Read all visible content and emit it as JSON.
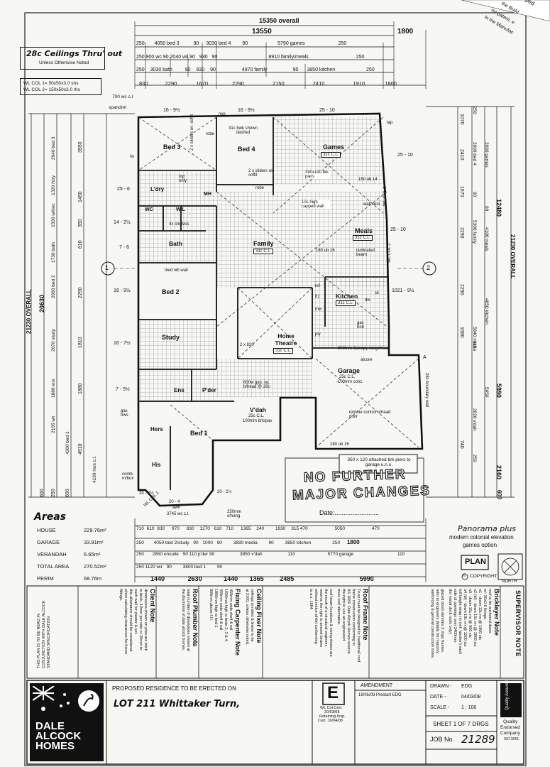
{
  "dimensions": {
    "overall_width": "15350 overall",
    "sub_width": "13550",
    "right_ext": "1800",
    "top_row1": [
      "250",
      "4050 bed 3",
      "90",
      "3030 bed 4",
      "90",
      "5790 games",
      "250"
    ],
    "top_row2": [
      "250",
      "900 wc",
      "90",
      "2040 wil",
      "90",
      "930",
      "90",
      "8910 family/meals",
      "250"
    ],
    "top_row3": [
      "250",
      "3030 bath",
      "90",
      "930",
      "90",
      "4970 family",
      "90",
      "3850 kitchen",
      "250"
    ],
    "top_row4": [
      "830",
      "2290",
      "1670",
      "2290",
      "2150",
      "2410",
      "1910",
      "1800"
    ],
    "bottom_row1": [
      "710",
      "610",
      "830",
      "970",
      "830",
      "1270",
      "610",
      "710",
      "1365",
      "240",
      "1930",
      "315",
      "470",
      "5050",
      "470"
    ],
    "bottom_row2": [
      "250",
      "4050 bed 2/study",
      "90",
      "1000",
      "90",
      "3880 media",
      "90",
      "3850 kitchen",
      "250",
      "1800"
    ],
    "bottom_row3": [
      "250",
      "2850 ensuite",
      "90",
      "110 p'der",
      "90",
      "3850 v'dah",
      "110",
      "5770 garage",
      "110"
    ],
    "bottom_row4": [
      "250",
      "1120 wir",
      "90",
      "3800 bed 1",
      "90"
    ],
    "bottom_row5": [
      "1440",
      "2630",
      "1440",
      "1365",
      "2485",
      "5990"
    ],
    "left_overall": "21230 OVERALL",
    "left_sub": "20630",
    "left_col": [
      "2940 bed 3",
      "1320 l'dry",
      "1500 wil/wc",
      "1730 bath",
      "2960 bed 2",
      "2670 study",
      "1880 ens",
      "2105 wir",
      "4300 bed 1",
      "4190 hws c.l."
    ],
    "left_col2": [
      "3550",
      "1450",
      "350",
      "610",
      "2290",
      "1810",
      "1880",
      "4910"
    ],
    "left_small": [
      "600",
      "250",
      "600"
    ],
    "right_overall": "21230 OVERALL",
    "right_sub": "12480",
    "right_col": [
      "1070",
      "2410",
      "1670",
      "2290",
      "2290",
      "1680",
      "740"
    ],
    "right_col2": [
      "3990 bed 4",
      "3990 games",
      "5300 family",
      "4100 meals",
      "4050 kitchen",
      "5840 media",
      "2020 v'dah",
      "5650"
    ],
    "right_small": [
      "250",
      "90",
      "90",
      "110",
      "250"
    ],
    "right_5990": "5990",
    "right_2160": "2160",
    "right_600": "600"
  },
  "ceilings": {
    "title": "28c Ceilings Thru' out",
    "subtitle": "Unless Otherwise Noted",
    "col1": "WL COL 1=  50x50x3.0 shs",
    "col2": "WL COL 2=  150x50x3.0 rhs",
    "corner": "700 wc c.l.",
    "spandrel": "spandrel"
  },
  "rooms": {
    "bed3": "Bed 3",
    "bed4": "Bed 4",
    "games": "Games",
    "games_cl": "31c C.L.",
    "ldry": "L'dry",
    "wc": "WC",
    "wil": "WIL",
    "bath": "Bath",
    "family": "Family",
    "family_cl": "31c C.L.",
    "meals": "Meals",
    "meals_cl": "31c C.L.",
    "bed2": "Bed 2",
    "kitchen": "Kitchen",
    "kitchen_cl": "31c C.L.",
    "study": "Study",
    "home_theatre": "Home Theatre",
    "home_theatre_cl": "31c C.L.",
    "garage": "Garage",
    "garage_cl": "25c C.L.",
    "garage_conc": "-100mm conc.",
    "ens": "Ens",
    "pder": "P'der",
    "hers": "Hers",
    "his": "His",
    "bed1": "Bed 1",
    "vdah": "V'dah",
    "vdah_cl": "25c C.L.",
    "vdah_conc": "100mm brk/pav"
  },
  "notes_plan": {
    "bwk": "31c bwk shown dashed",
    "sliders1": "2 x sliders w/- soffit",
    "sliders2": "2 x sliders w/- soffit",
    "robe1": "robe",
    "robe2": "robe",
    "top_only": "top only",
    "shelves": "4x shelves",
    "tiled_nib": "tiled nib wall",
    "piers": "390x190 brk piers",
    "capped": "10c high capped wall",
    "wall_vent": "wall vent",
    "laminated": "laminated beam",
    "ub16_1": "150 ub 14",
    "ub16_2": "180 ub 16",
    "ub16_3": "180 ub 16",
    "canopy": "900mm Canopy rangehood",
    "alcore": "alcore",
    "gyp": "600w gyp. sq. b/head @ 28c",
    "remote": "remote control o/head door",
    "boundary": "28c boundary wall",
    "attached": "350 x 120 attached brk piers to garage u.n.o.",
    "comb": "comb. m/box",
    "gas": "gas hws",
    "rwp": "rwp",
    "fw": "fw",
    "tap": "tap",
    "mh": "MH",
    "sk": "sk",
    "dw": "dw",
    "frz": "frz",
    "ref": "ref",
    "mw": "mw",
    "ply": "ply",
    "oven": "gas hob",
    "ohang": "250mm o/hang",
    "awn": "awn",
    "wlcol1": "WL COL 1",
    "wlcol2": "WL COL 2",
    "wlcol2b": "WL COL 2",
    "grid1": "1",
    "grid2": "2",
    "grid_a": "A",
    "angle_25_6": "25 - 6",
    "angle_14_2": "14 - 2½",
    "angle_7_6": "7 - 6",
    "angle_16_9": "16 - 9½",
    "angle_16_7": "16 - 7½",
    "angle_7_5": "7 - 5½",
    "angle_right1": "25 - 10",
    "angle_right2": "25 - 10",
    "angle_right3": "1021 - 9½",
    "angle_top1": "16 - 9½",
    "angle_top2": "16 - 9½",
    "angle_top3": "25 - 10",
    "angle_bot1": "20 - 2½",
    "angle_bot2": "20 - 4",
    "angle_bot3": "20 - 2½",
    "awn_dim": "3745 wc c.l.",
    "two_x_820": "2 x 820"
  },
  "stamp": {
    "line1": "NO FURTHER",
    "line2": "MAJOR CHANGES",
    "date": "Date:........................."
  },
  "areas": {
    "title": "Areas",
    "rows": [
      {
        "label": "HOUSE",
        "value": "229.76m²"
      },
      {
        "label": "GARAGE",
        "value": "33.91m²"
      },
      {
        "label": "VERANDAH",
        "value": "6.65m²"
      },
      {
        "label": "TOTAL AREA",
        "value": "270.52m²"
      },
      {
        "label": "PERIM",
        "value": "68.76m"
      }
    ]
  },
  "title_block_right": {
    "design1": "Panorama plus",
    "design2": "modern colonial elevation",
    "design3": "games option",
    "plan": "PLAN",
    "copyright": "COPYRIGHT",
    "north": "NORTH"
  },
  "notes_rotated": {
    "supervisor_title": "SUPERVISOR NOTE",
    "bricklayer_title": "Bricklayer Note",
    "bricklayer_text": [
      "roof to be anchored down",
      "w/- 30x0.8 fixings.",
      "n1 - down 12c rm @ 1800 cts",
      "n2 (bl) - down 15c rm @ 1800 cts",
      "n3 - down 15c rm @ 900 cts",
      "n4 (bl) - down 18c rm @ 1200 cts",
      "full height strap rm (ref: 'anchor') each",
      "side of openings over 2400mm.",
      "(for metal deck roofs only)"
    ],
    "bricklayer_text2": [
      "glazed doors denotes 3 rings frames.",
      "refer to engineers details for masonry",
      "reinforcing & general construction notes."
    ],
    "roof_frame_title": "Roof Frame Note",
    "roof_frame_text": [
      "Truss must be designed to 'traditional' roof",
      "frame construction conforming to",
      "AS 1684. Dale Alcock Homes reserve",
      "the right to use an engineered",
      "truss roof alternative."
    ],
    "roof_frame_text2": [
      "roof beam locations & sizing shown are",
      "the result of a structural engineer,",
      "reserve the right to amend beams",
      "without notice whilst conforming",
      "to a.s. 1684."
    ],
    "fixing_title": "Fixing Carpenter Note",
    "fixing_text": [
      "450mm wide shelf & rail",
      "1650mm high to beds 2, 3 & 4.",
      "450mm wide shelf & rail",
      "1800mm high to bed 1",
      "900mm above f.f.l."
    ],
    "ceiling_title": "Ceiling Fixer Note",
    "ceiling_text": [
      "ceilings to robes & linens to be",
      "at 2100, unless otherwise noted."
    ],
    "roof_plumber_title": "Roof Plumber Note",
    "roof_plumber_text": [
      "total number of downpipes shown at",
      "the discretion of dale alcock homes."
    ],
    "client_title": "Client Note",
    "client_text": [
      "dimensions shown on plan are brick",
      "to brick. 10mm per side or 20mm to",
      "each wall for plaster & set.",
      "this allowance should be considered",
      "when calculating clearances for future",
      "fittings."
    ],
    "conform": [
      "THIS PLAN IS TO BE READ IN",
      "CONJUNCTION WITH DALE ALCOCK",
      "STANDARD SPECIFICATION"
    ]
  },
  "title_block": {
    "company1": "DALE",
    "company2": "ALCOCK",
    "company3": "HOMES",
    "proposed": "PROPOSED RESIDENCE TO BE ERECTED ON",
    "lot": "LOT 211 Whittaker Turn,",
    "e_letter": "E",
    "wl_cert": "WL Col.Cert.",
    "wl_date": "20/03/08",
    "retaining": "Retaining Insp.",
    "cert": "Cert. 16/04/08",
    "amendment_label": "AMENDMENT",
    "amendment_value": "19/05/08 Prestart  EDG",
    "drawn_label": "DRAWN -",
    "drawn_value": "EDG",
    "date_label": "DATE -",
    "date_value": "04/03/08",
    "scale_label": "SCALE -",
    "scale_value": "1 : 100",
    "sheet": "SHEET 1 OF 7 DRGS",
    "job_label": "JOB No.",
    "job_value": "21289",
    "quality1": "Quality",
    "quality2": "Endorsed",
    "quality3": "Company",
    "quality4": "ISO 9001",
    "quality_badge": "Quality Assured"
  },
  "corner_text": [
    "ped",
    "the Build",
    "no patent, e",
    "in the Manufac"
  ]
}
